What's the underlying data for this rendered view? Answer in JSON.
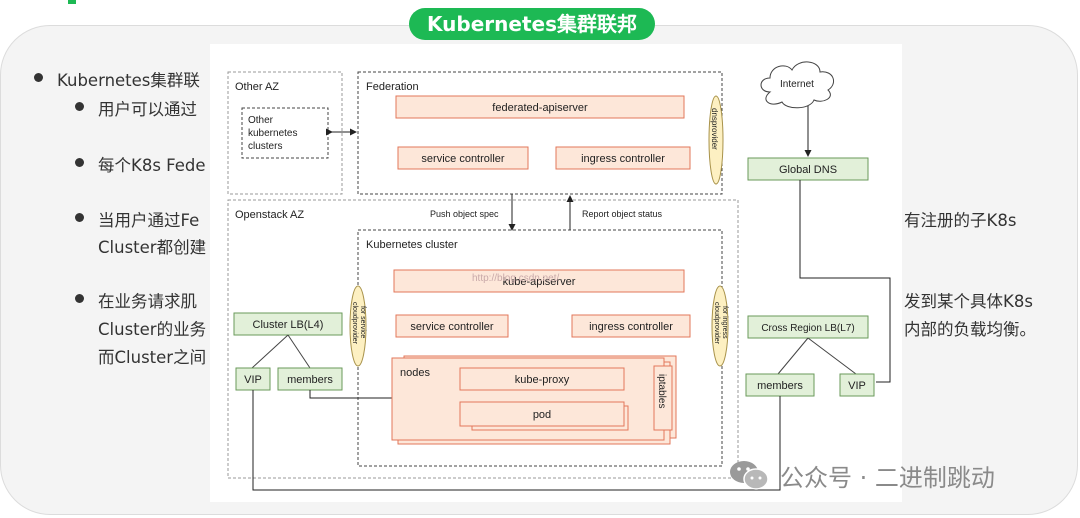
{
  "title": "Kubernetes集群联邦",
  "bullets": [
    {
      "text_left": "Kubernetes集群联"
    },
    {
      "text_left": "用户可以通过"
    },
    {
      "text_left": "每个K8s Fede"
    },
    {
      "text_left": "当用户通过Fe",
      "text_right": "有注册的子K8s",
      "line2_left": "Cluster都创建"
    },
    {
      "text_left": "在业务请求肌",
      "text_right": "发到某个具体K8s",
      "line2_left": "Cluster的业务",
      "line2_right": "内部的负载均衡。",
      "line3_left": "而Cluster之间"
    }
  ],
  "diagram": {
    "other_az": "Other AZ",
    "other_clusters": [
      "Other",
      "kubernetes",
      "clusters"
    ],
    "federation": "Federation",
    "federated_apiserver": "federated-apiserver",
    "fed_service_controller": "service controller",
    "fed_ingress_controller": "ingress controller",
    "dnsprovider": "dnsprovider",
    "internet": "Internet",
    "global_dns": "Global DNS",
    "openstack_az": "Openstack AZ",
    "push_object_spec": "Push object spec",
    "report_object_status": "Report object status",
    "kubernetes_cluster": "Kubernetes cluster",
    "kube_apiserver": "kube-apiserver",
    "watermark_url": "http://blog.csdn.net/",
    "k8s_service_controller": "service controller",
    "k8s_ingress_controller": "ingress controller",
    "cloudprovider_service": [
      "cloudprovider",
      "for service"
    ],
    "cloudprovider_ingress": [
      "cloudprovider",
      "for ingress"
    ],
    "cluster_lb": "Cluster LB(L4)",
    "vip_left": "VIP",
    "members_left": "members",
    "nodes": "nodes",
    "kube_proxy": "kube-proxy",
    "pod": "pod",
    "iptables": "iptables",
    "cross_region_lb": "Cross Region LB(L7)",
    "members_right": "members",
    "vip_right": "VIP"
  },
  "watermark": "公众号 · 二进制跳动",
  "colors": {
    "accent": "#1db954",
    "box_fill": "#fde7d9",
    "box_stroke": "#e2775a",
    "green_box": "#e2f0d9",
    "green_stroke": "#6a9a5a",
    "oval_fill": "#fdf0c2"
  }
}
